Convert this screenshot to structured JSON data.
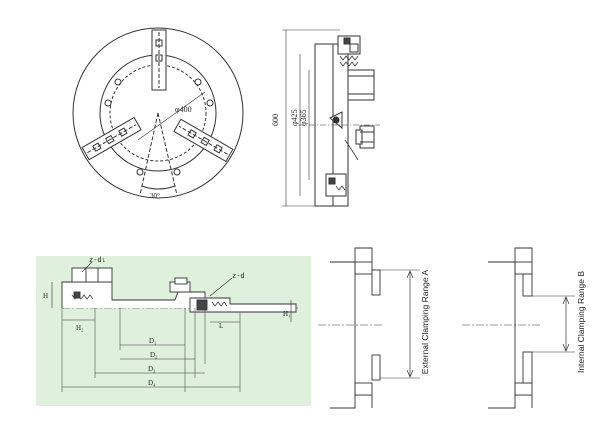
{
  "front_view": {
    "bore_label": "φ400",
    "angle_label": "30°"
  },
  "side_view": {
    "height_label": "600",
    "dia1_label": "φ425",
    "dia2_label": "φ365"
  },
  "section_view": {
    "thread_label_left": "z-d₁",
    "thread_label_right": "z-d",
    "h_label": "H",
    "h2_label": "H₂",
    "h1_label": "H₁",
    "l_label": "L",
    "d1_label": "D₁",
    "d2_label": "D₂",
    "d3_label": "D₃",
    "d4_label": "D₄"
  },
  "external_range": {
    "label": "External Clamping Range A"
  },
  "internal_range": {
    "label": "Internal Clamping Range B"
  },
  "colors": {
    "line": "#333333",
    "panel": "#dff1dc"
  }
}
